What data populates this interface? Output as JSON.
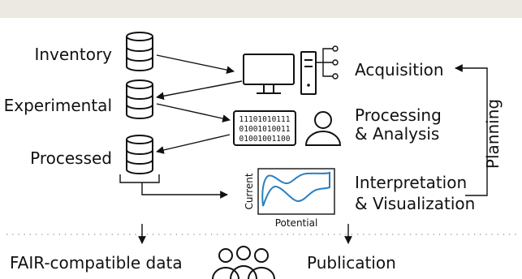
{
  "colors": {
    "topbar": "#ece9e2",
    "curve": "#2a7fc0",
    "ink": "#111111"
  },
  "labels": {
    "inventory": "Inventory",
    "experimental": "Experimental",
    "processed": "Processed",
    "acquisition": "Acquisition",
    "processing_line1": "Processing",
    "processing_line2": "& Analysis",
    "interpretation_line1": "Interpretation",
    "interpretation_line2": "& Visualization",
    "planning": "Planning",
    "fair": "FAIR-compatible data",
    "publication": "Publication"
  },
  "binary": [
    "11101010111",
    "01001010011",
    "01001001100"
  ],
  "plot": {
    "xlabel": "Potential",
    "ylabel": "Current"
  },
  "icons": {
    "database": "database-icon",
    "computer": "computer-icon",
    "person": "person-icon",
    "group": "group-icon"
  }
}
